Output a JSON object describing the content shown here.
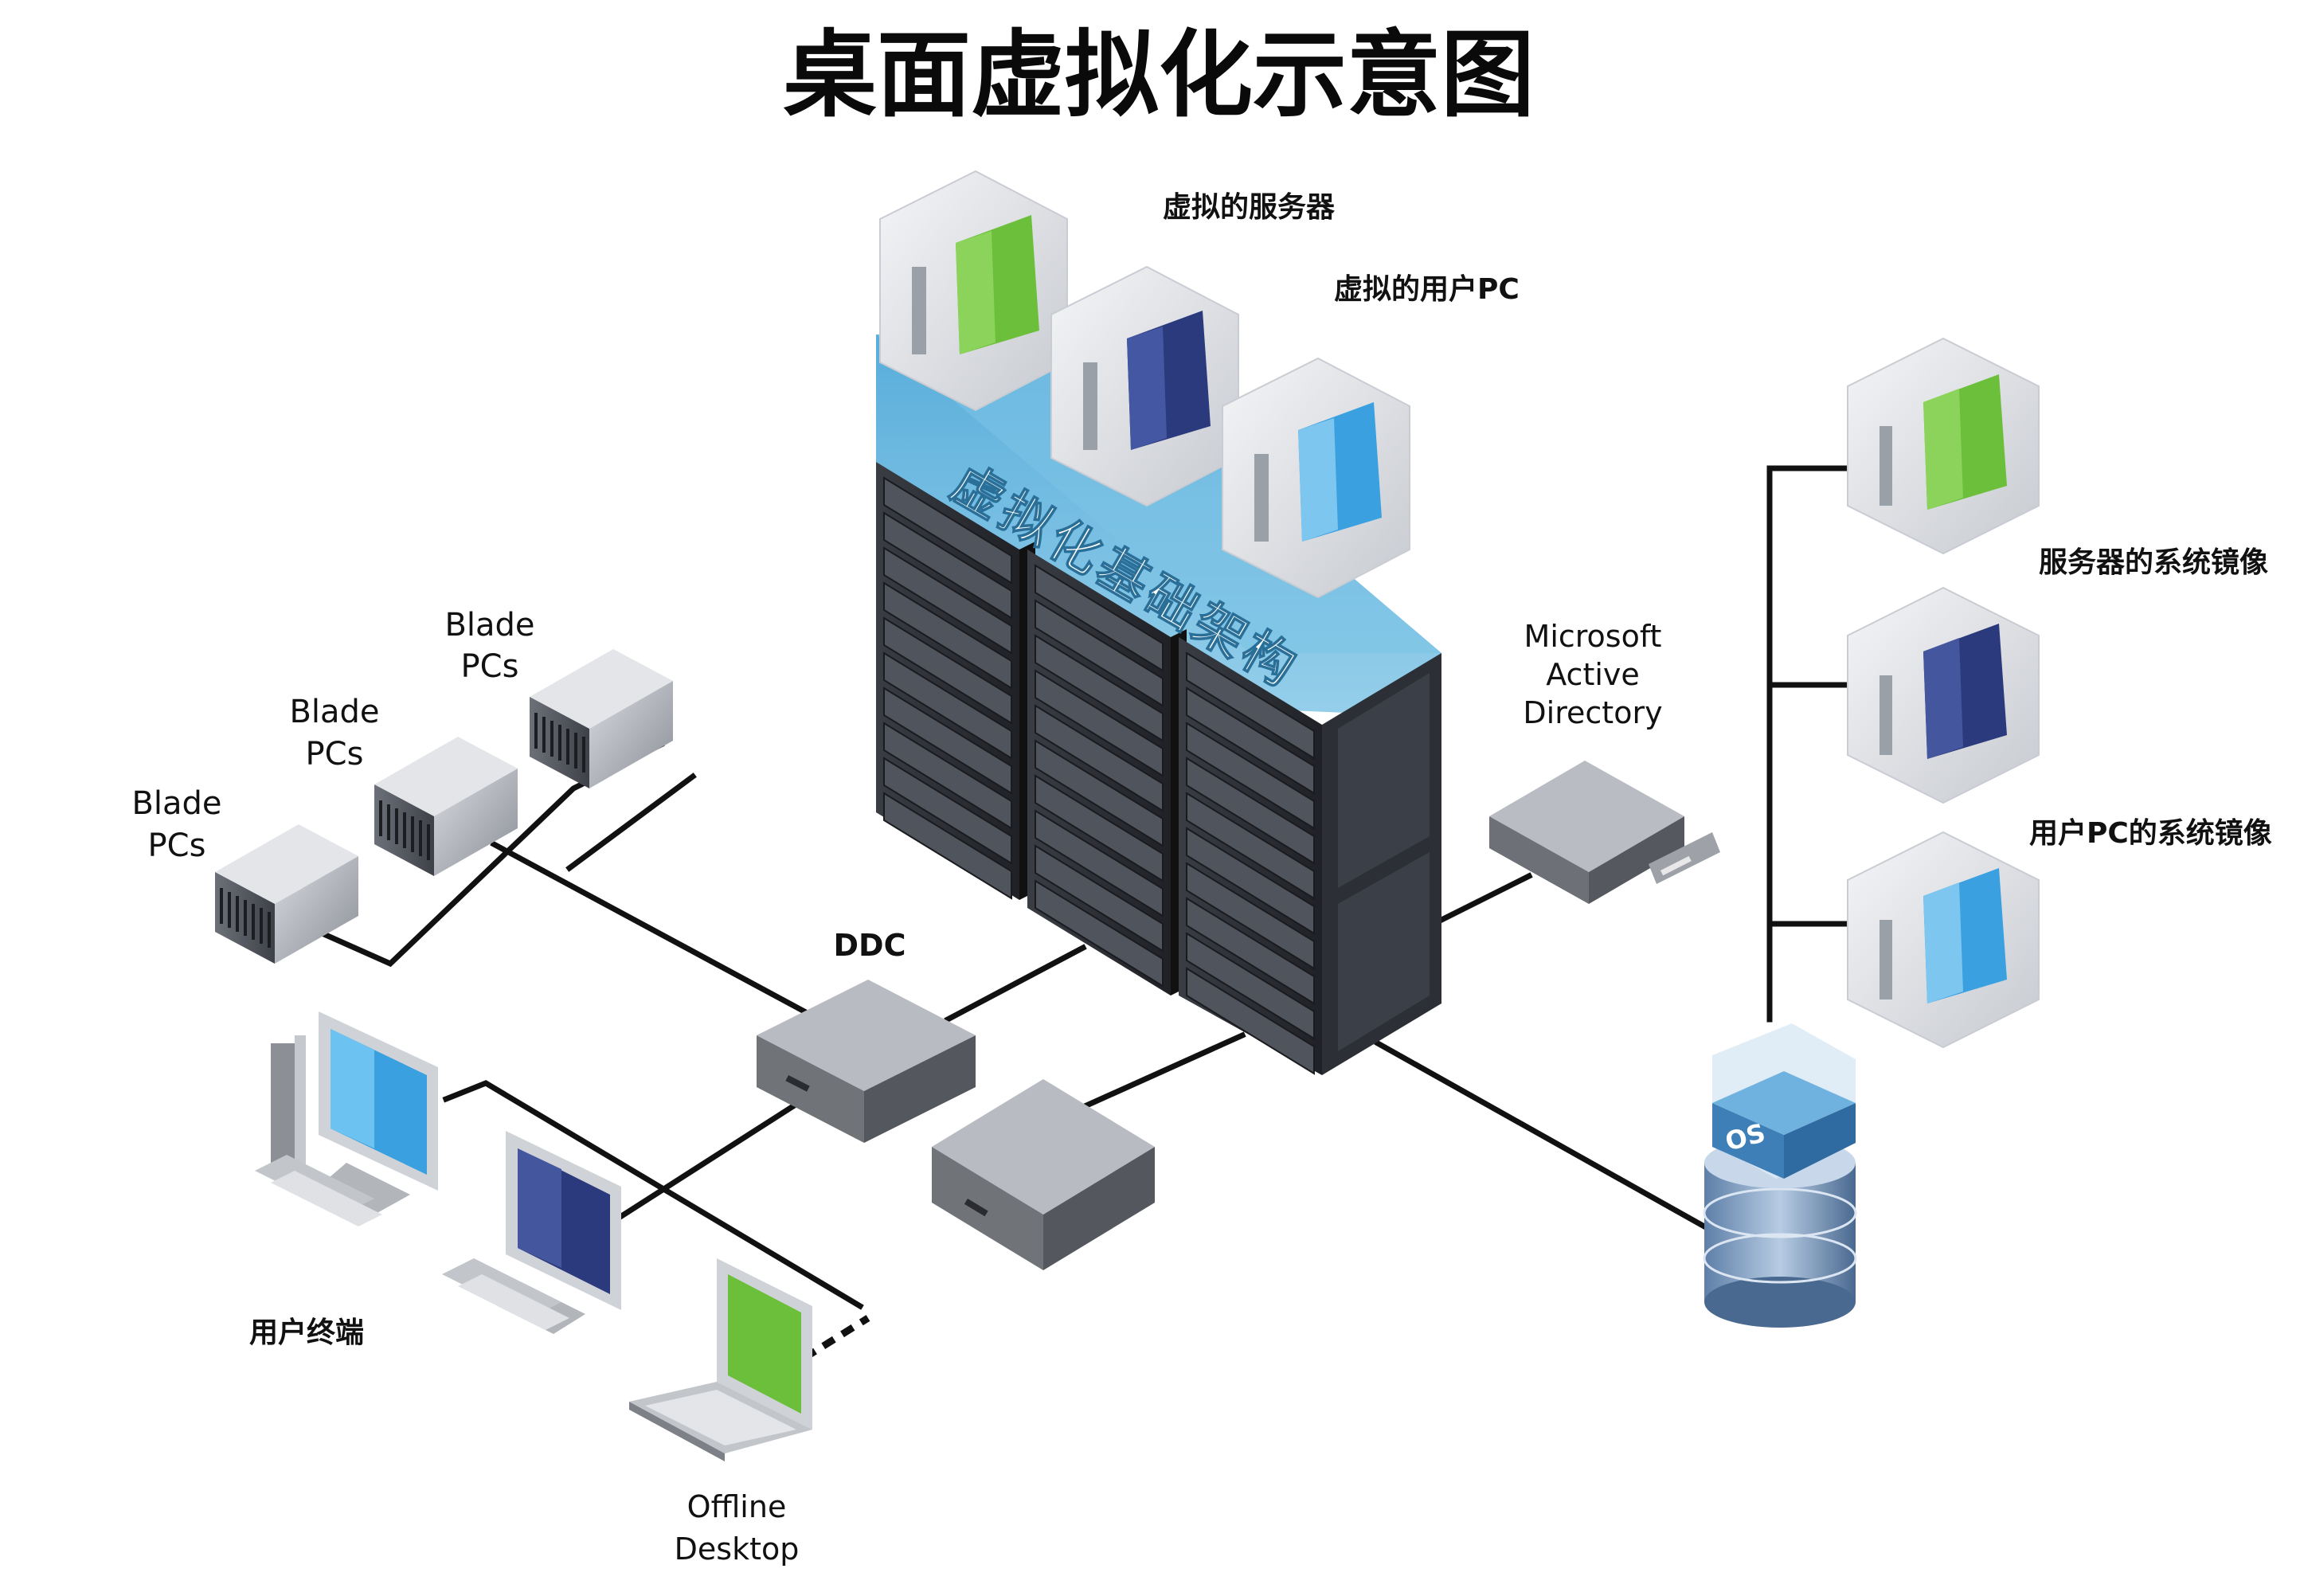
{
  "title": "桌面虚拟化示意图",
  "infrastructure": {
    "label": "虚拟化基础架构",
    "label_chars": [
      "虚",
      "拟",
      "化",
      "基",
      "础",
      "架",
      "构"
    ],
    "virtual_server_label": "虚拟的服务器",
    "virtual_user_pc_label": "虚拟的用户PC"
  },
  "blade_pcs": [
    {
      "line1": "Blade",
      "line2": "PCs"
    },
    {
      "line1": "Blade",
      "line2": "PCs"
    },
    {
      "line1": "Blade",
      "line2": "PCs"
    }
  ],
  "ddc_label": "DDC",
  "active_directory": {
    "line1": "Microsoft",
    "line2": "Active",
    "line3": "Directory"
  },
  "user_terminal_label": "用户终端",
  "offline_desktop": {
    "line1": "Offline",
    "line2": "Desktop"
  },
  "images": {
    "server_image_label": "服务器的系统镜像",
    "user_pc_image_label": "用户PC的系统镜像",
    "os_label": "OS"
  },
  "colors": {
    "accent_blue": "#5aaed8",
    "screen_green": "#6cbf3a",
    "screen_navy": "#2b3a7c",
    "screen_sky": "#3aa0e0",
    "rack_dark": "#2a2d33"
  }
}
